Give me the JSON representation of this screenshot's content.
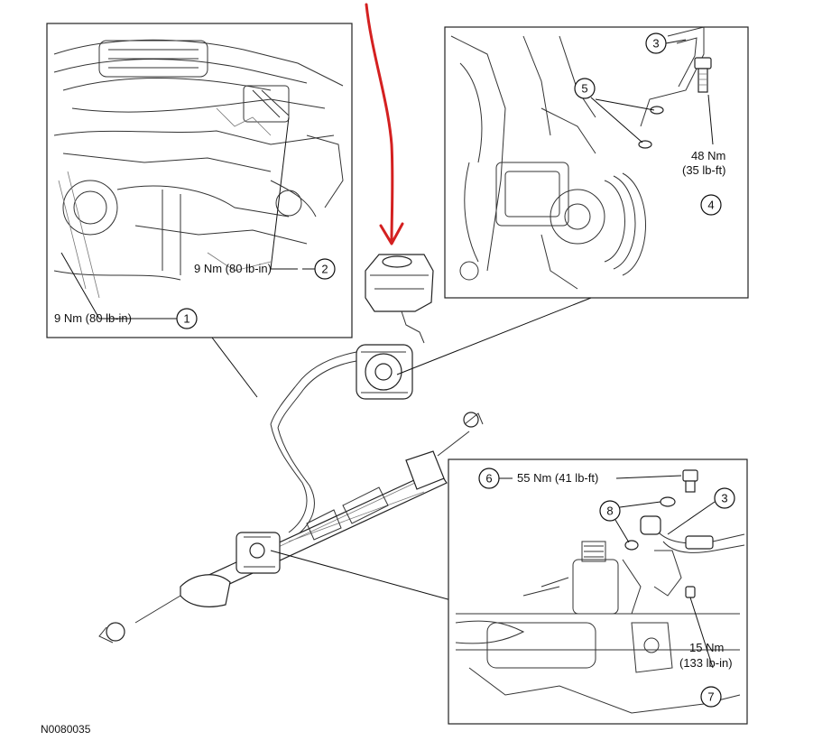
{
  "callouts": {
    "c1": {
      "number": "1",
      "spec": "9 Nm (80 lb-in)"
    },
    "c2": {
      "number": "2",
      "spec": "9 Nm (80 lb-in)"
    },
    "c3a": {
      "number": "3"
    },
    "c3b": {
      "number": "3"
    },
    "c4": {
      "number": "4",
      "spec_line1": "48 Nm",
      "spec_line2": "(35 lb-ft)"
    },
    "c5": {
      "number": "5"
    },
    "c6": {
      "number": "6",
      "spec": "55 Nm (41 lb-ft)"
    },
    "c7": {
      "number": "7",
      "spec_line1": "15 Nm",
      "spec_line2": "(133 lb-in)"
    },
    "c8": {
      "number": "8"
    }
  },
  "figure_id": "N0080035",
  "colors": {
    "annotation_arrow": "#d42020",
    "line": "#222222"
  }
}
